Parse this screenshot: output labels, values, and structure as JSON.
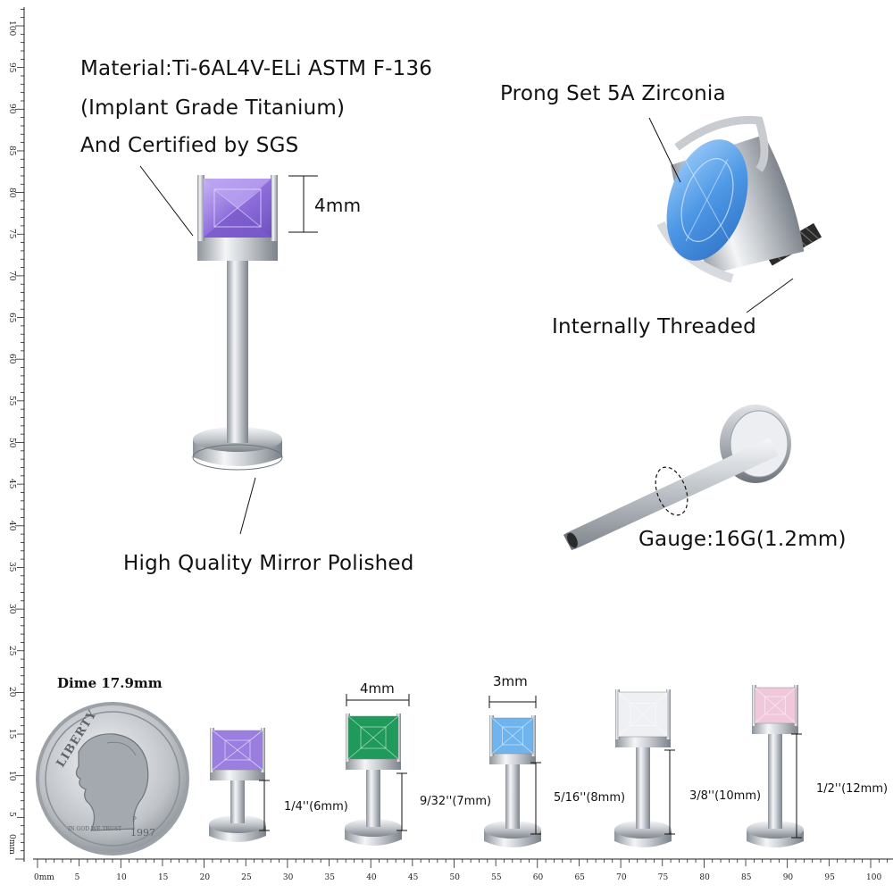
{
  "callouts": {
    "material_line1": "Material:Ti-6AL4V-ELi ASTM F-136",
    "material_line2": "(Implant Grade Titanium)",
    "material_line3": "And Certified by SGS",
    "prong": "Prong Set 5A Zirconia",
    "threaded": "Internally Threaded",
    "polished": "High Quality Mirror Polished",
    "gauge": "Gauge:16G(1.2mm)",
    "top_stone_size": "4mm"
  },
  "dime": {
    "label": "Dime 17.9mm",
    "word": "LIBERTY",
    "motto": "IN GOD WE TRUST",
    "year": "1997",
    "mint": "P"
  },
  "sizes": [
    {
      "length": "1/4''(6mm)",
      "stone_color": "#9b7fe0"
    },
    {
      "length": "9/32''(7mm)",
      "stone_color": "#1f9a5a",
      "top_label": "4mm"
    },
    {
      "length": "5/16''(8mm)",
      "stone_color": "#6fb4ec",
      "top_label": "3mm"
    },
    {
      "length": "3/8''(10mm)",
      "stone_color": "#eef0f3"
    },
    {
      "length": "1/2''(12mm)",
      "stone_color": "#f0c8dc"
    }
  ],
  "ruler": {
    "unit": "mm",
    "bottom_first": "0mm",
    "bottom_labels": [
      "5",
      "10",
      "15",
      "20",
      "25",
      "30",
      "35",
      "40",
      "45",
      "50",
      "55",
      "60",
      "65",
      "70",
      "75",
      "80",
      "85",
      "90",
      "95",
      "100"
    ],
    "left_first": "0mm",
    "left_labels": [
      "5",
      "10",
      "15",
      "20",
      "25",
      "30",
      "35",
      "40",
      "45",
      "50",
      "55",
      "60",
      "65",
      "70",
      "75",
      "80",
      "85",
      "90",
      "95",
      "100"
    ]
  },
  "colors": {
    "metal_light": "#f2f3f5",
    "metal_dark": "#8e949b",
    "stone_purple": "#9b7fe0",
    "stone_blue": "#5aa6ea",
    "thread": "#2a2a2a"
  }
}
